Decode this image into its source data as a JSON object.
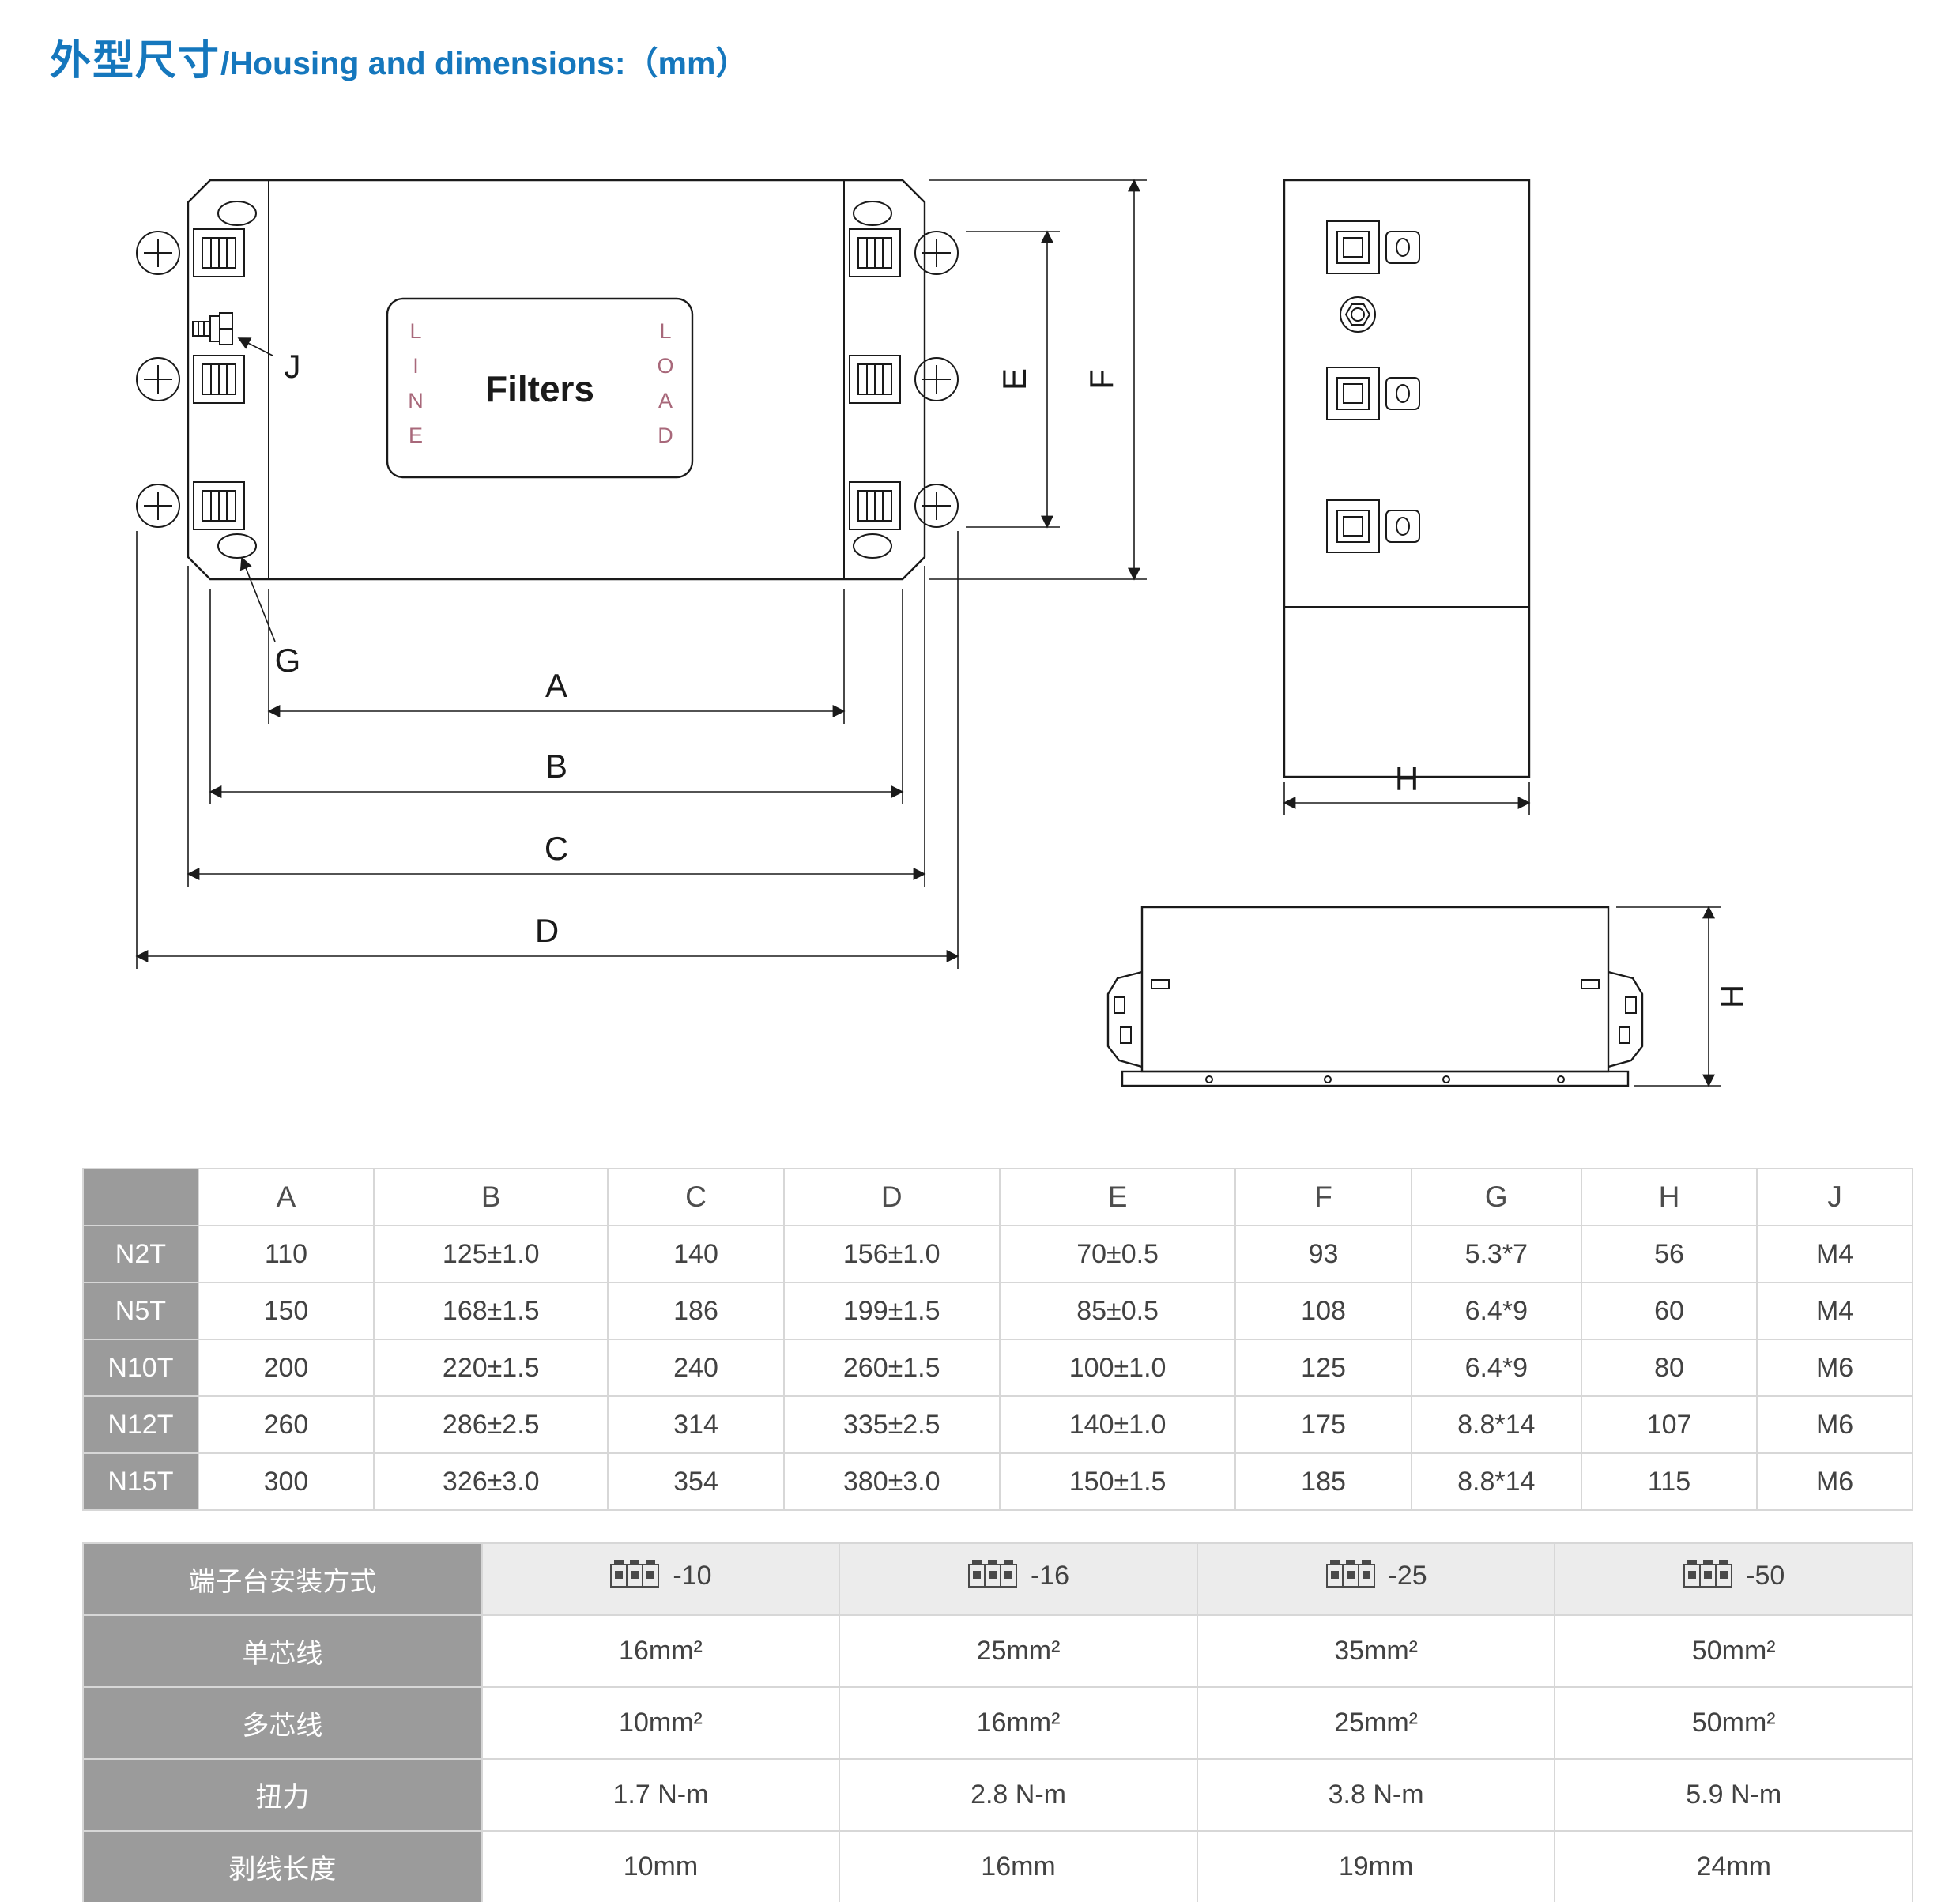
{
  "page": {
    "title_zh": "外型尺寸",
    "title_en": "/Housing and dimensions:（mm）",
    "accent_color": "#1577bd"
  },
  "diagram": {
    "plate": {
      "title": "Filters",
      "line_letters": [
        "L",
        "I",
        "N",
        "E"
      ],
      "load_letters": [
        "L",
        "O",
        "A",
        "D"
      ]
    },
    "labels": {
      "A": "A",
      "B": "B",
      "C": "C",
      "D": "D",
      "E": "E",
      "F": "F",
      "G": "G",
      "H": "H",
      "J": "J"
    }
  },
  "dimensions_table": {
    "columns": [
      "",
      "A",
      "B",
      "C",
      "D",
      "E",
      "F",
      "G",
      "H",
      "J"
    ],
    "rows": [
      {
        "model": "N2T",
        "values": [
          "110",
          "125±1.0",
          "140",
          "156±1.0",
          "70±0.5",
          "93",
          "5.3*7",
          "56",
          "M4"
        ]
      },
      {
        "model": "N5T",
        "values": [
          "150",
          "168±1.5",
          "186",
          "199±1.5",
          "85±0.5",
          "108",
          "6.4*9",
          "60",
          "M4"
        ]
      },
      {
        "model": "N10T",
        "values": [
          "200",
          "220±1.5",
          "240",
          "260±1.5",
          "100±1.0",
          "125",
          "6.4*9",
          "80",
          "M6"
        ]
      },
      {
        "model": "N12T",
        "values": [
          "260",
          "286±2.5",
          "314",
          "335±2.5",
          "140±1.0",
          "175",
          "8.8*14",
          "107",
          "M6"
        ]
      },
      {
        "model": "N15T",
        "values": [
          "300",
          "326±3.0",
          "354",
          "380±3.0",
          "150±1.5",
          "185",
          "8.8*14",
          "115",
          "M6"
        ]
      }
    ]
  },
  "terminal_table": {
    "rows": [
      {
        "label": "端子台安装方式",
        "has_icon": true,
        "values": [
          "-10",
          "-16",
          "-25",
          "-50"
        ]
      },
      {
        "label": "单芯线",
        "has_icon": false,
        "values": [
          "16mm²",
          "25mm²",
          "35mm²",
          "50mm²"
        ]
      },
      {
        "label": "多芯线",
        "has_icon": false,
        "values": [
          "10mm²",
          "16mm²",
          "25mm²",
          "50mm²"
        ]
      },
      {
        "label": "扭力",
        "has_icon": false,
        "values": [
          "1.7 N-m",
          "2.8 N-m",
          "3.8 N-m",
          "5.9 N-m"
        ]
      },
      {
        "label": "剥线长度",
        "has_icon": false,
        "values": [
          "10mm",
          "16mm",
          "19mm",
          "24mm"
        ]
      }
    ]
  }
}
